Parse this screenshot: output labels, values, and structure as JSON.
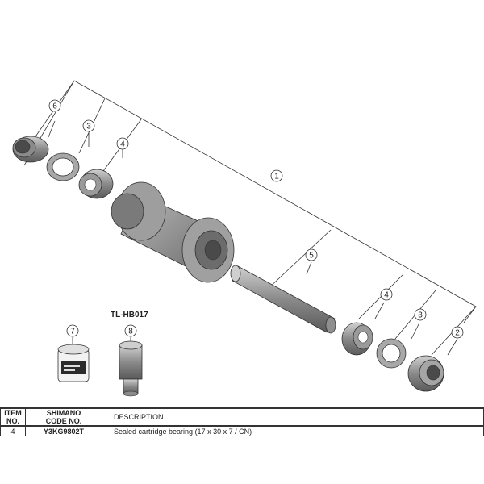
{
  "tool_label": "TL-HB017",
  "callouts": {
    "hub_body": "1",
    "end_cap_right": "2",
    "dust_cap_left": "3",
    "dust_cap_right": "3",
    "bearing_left": "4",
    "bearing_right": "4",
    "axle": "5",
    "end_cap_left": "6",
    "grease": "7",
    "tool": "8"
  },
  "table": {
    "headers": {
      "item_line1": "ITEM",
      "item_line2": "NO.",
      "code_line1": "SHIMANO",
      "code_line2": "CODE NO.",
      "description": "DESCRIPTION"
    },
    "rows": [
      {
        "item": "4",
        "code": "Y3KG9802T",
        "description": "Sealed cartridge bearing (17 x 30 x 7 / CN)"
      }
    ]
  }
}
